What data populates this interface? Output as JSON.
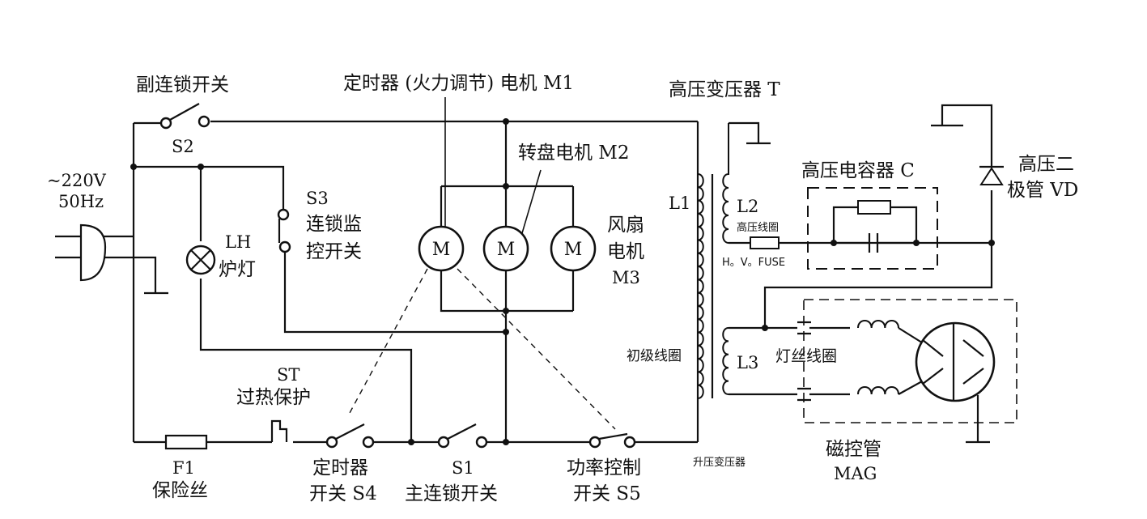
{
  "labels": {
    "s2_name": "副连锁开关",
    "s2": "S2",
    "supply_v": "~220V",
    "supply_hz": "50Hz",
    "m1": "定时器 (火力调节) 电机 M1",
    "m2": "转盘电机 M2",
    "transformer": "高压变压器 T",
    "capacitor": "高压电容器 C",
    "diode_line1": "高压二",
    "diode_line2": "极管 VD",
    "s3": "S3",
    "s3_line1": "连锁监",
    "s3_line2": "控开关",
    "lh": "LH",
    "lamp": "炉灯",
    "fan_line1": "风扇",
    "fan_line2": "电机",
    "fan_line3": "M3",
    "l1": "L1",
    "l2": "L2",
    "l2_desc": "高压线圈",
    "hv_fuse": "H。V。FUSE",
    "primary": "初级线圈",
    "l3": "L3",
    "filament": "灯丝线圈",
    "st": "ST",
    "st_desc": "过热保护",
    "f1": "F1",
    "f1_desc": "保险丝",
    "s4_line1": "定时器",
    "s4_line2": "开关 S4",
    "s1": "S1",
    "s1_desc": "主连锁开关",
    "s5_line1": "功率控制",
    "s5_line2": "开关 S5",
    "step_up": "升压变压器",
    "mag_line1": "磁控管",
    "mag_line2": "MAG",
    "motor_symbol": "M"
  }
}
